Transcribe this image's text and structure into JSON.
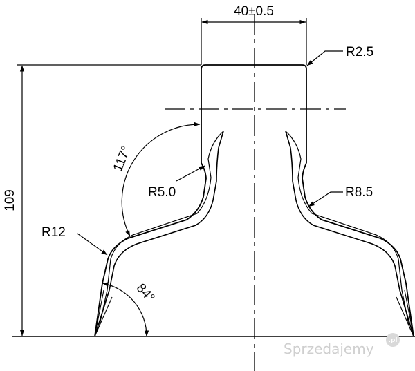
{
  "drawing": {
    "dimensions": {
      "top_width": "40±0.5",
      "height": "109",
      "angle_upper": "117°",
      "angle_lower": "84°",
      "radius_top": "R2.5",
      "radius_inner_left": "R5.0",
      "radius_right": "R8.5",
      "radius_lower_left": "R12"
    }
  },
  "watermark": {
    "text": "Sprzedajemy",
    "badge": ".pl"
  }
}
